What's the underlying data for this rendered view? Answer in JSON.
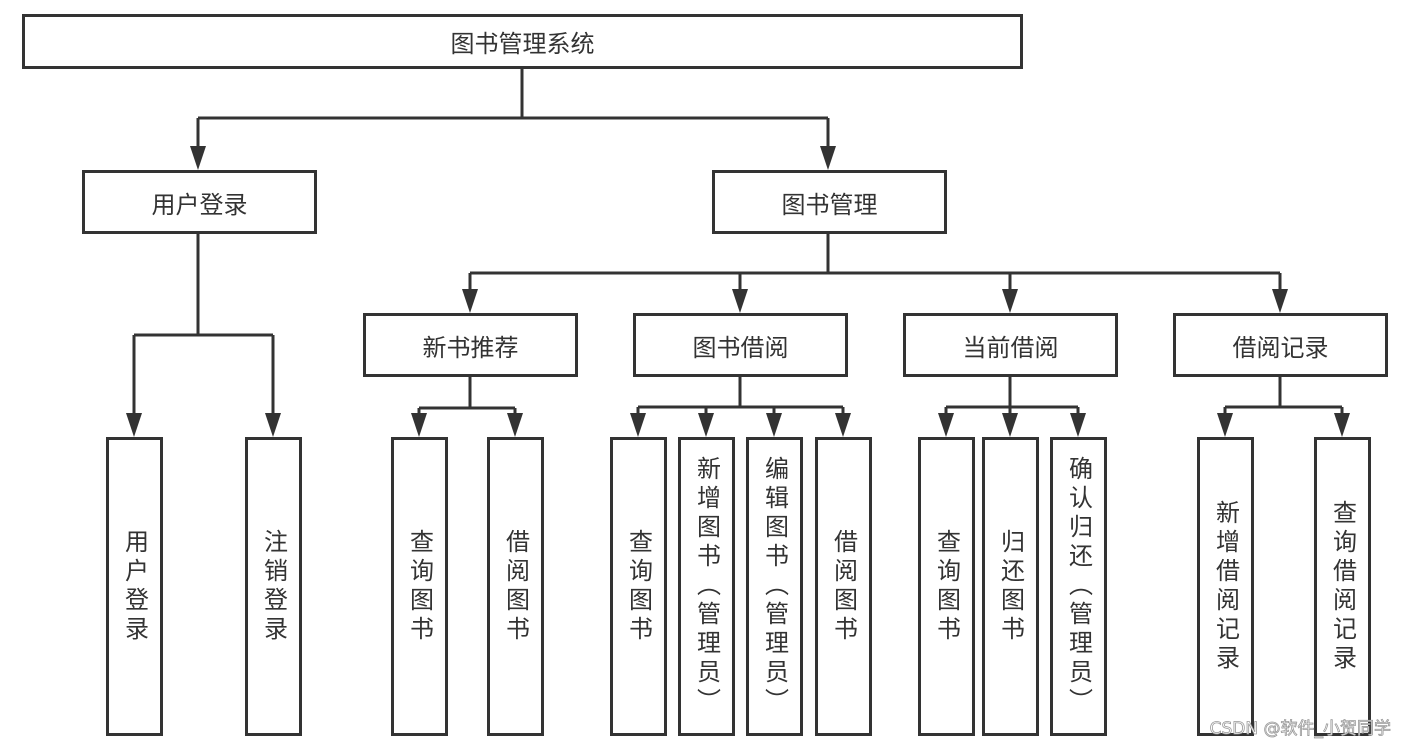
{
  "root": {
    "label": "图书管理系统"
  },
  "level1": [
    {
      "label": "用户登录",
      "children": [
        "用户登录",
        "注销登录"
      ]
    },
    {
      "label": "图书管理",
      "children": []
    }
  ],
  "level2": [
    {
      "label": "新书推荐",
      "children": [
        "查询图书",
        "借阅图书"
      ]
    },
    {
      "label": "图书借阅",
      "children": [
        "查询图书",
        "新增图书（管理员）",
        "编辑图书（管理员）",
        "借阅图书"
      ]
    },
    {
      "label": "当前借阅",
      "children": [
        "查询图书",
        "归还图书",
        "确认归还（管理员）"
      ]
    },
    {
      "label": "借阅记录",
      "children": [
        "新增借阅记录",
        "查询借阅记录"
      ]
    }
  ],
  "watermark": "CSDN @软件_小贺同学",
  "colors": {
    "stroke": "#333333",
    "background": "#ffffff"
  }
}
